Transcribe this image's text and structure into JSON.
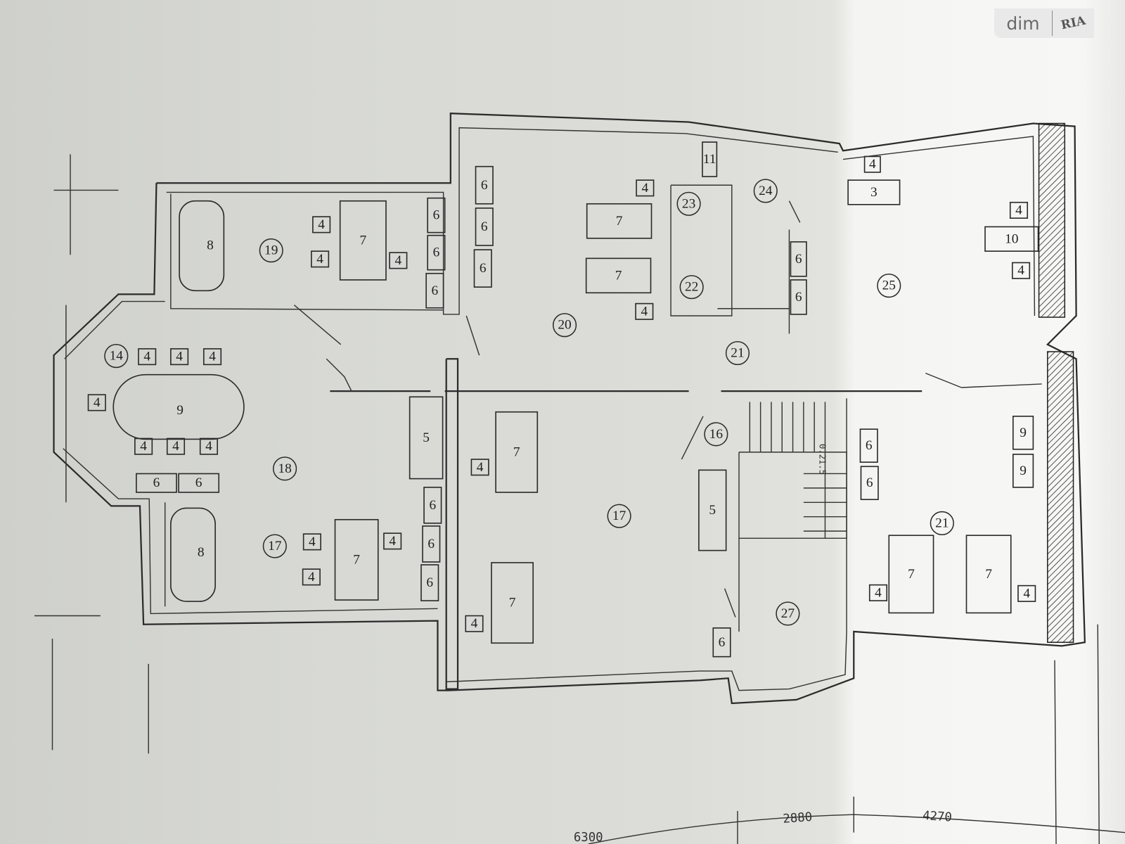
{
  "logo": {
    "left": "dim",
    "right": "RIA"
  },
  "rooms": [
    "19",
    "14",
    "18",
    "17",
    "20",
    "23",
    "24",
    "22",
    "21",
    "25",
    "16",
    "17",
    "21",
    "27"
  ],
  "furniture": [
    "8",
    "4",
    "4",
    "7",
    "4",
    "6",
    "6",
    "6",
    "6",
    "6",
    "6",
    "4",
    "7",
    "7",
    "4",
    "11",
    "6",
    "6",
    "4",
    "3",
    "4",
    "10",
    "4",
    "4",
    "4",
    "4",
    "4",
    "9",
    "4",
    "4",
    "4",
    "6",
    "6",
    "5",
    "6",
    "6",
    "6",
    "8",
    "4",
    "4",
    "4",
    "7",
    "7",
    "4",
    "7",
    "4",
    "5",
    "6",
    "6",
    "6",
    "9",
    "9",
    "7",
    "7",
    "4",
    "4"
  ],
  "stair_note": "0.21.5",
  "dimensions": [
    "6300",
    "2880",
    "4270"
  ]
}
